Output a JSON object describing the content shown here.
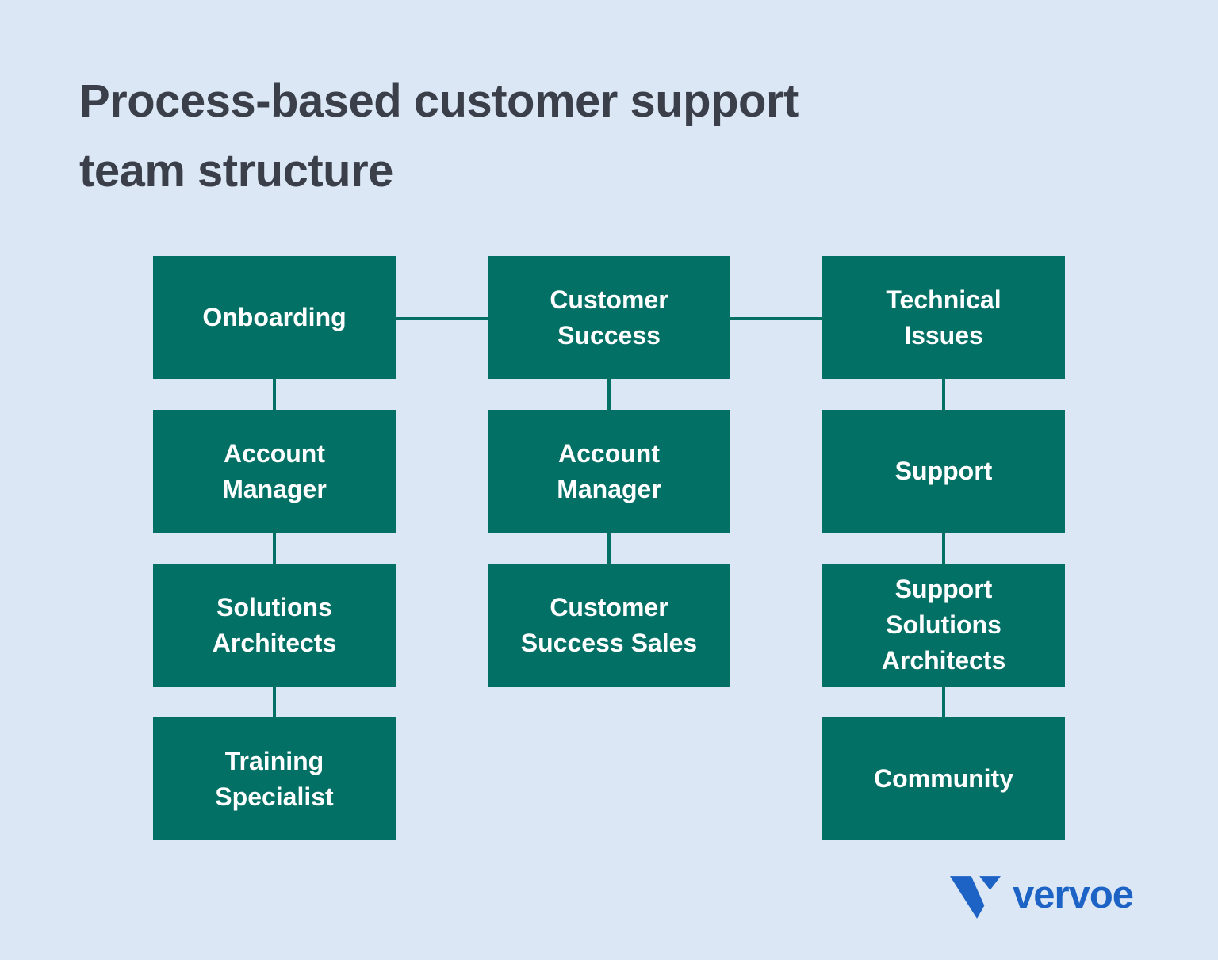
{
  "title": {
    "lines": [
      "Process-based customer support",
      "team structure"
    ],
    "full_text": "Process-based customer support team structure"
  },
  "colors": {
    "bg": "#dbe7f5",
    "box-bg": "#027065",
    "box-text": "#ffffff",
    "title-text": "#3a3f4a",
    "connector": "#027065",
    "logo-blue": "#1d63c6"
  },
  "columns": [
    {
      "id": "onboarding-branch",
      "boxes": [
        {
          "label": "Onboarding",
          "lines": [
            "Onboarding"
          ]
        },
        {
          "label": "Account Manager",
          "lines": [
            "Account",
            "Manager"
          ]
        },
        {
          "label": "Solutions Architects",
          "lines": [
            "Solutions",
            "Architects"
          ]
        },
        {
          "label": "Training Specialist",
          "lines": [
            "Training",
            "Specialist"
          ]
        }
      ]
    },
    {
      "id": "customer-success-branch",
      "boxes": [
        {
          "label": "Customer Success",
          "lines": [
            "Customer",
            "Success"
          ]
        },
        {
          "label": "Account Manager",
          "lines": [
            "Account",
            "Manager"
          ]
        },
        {
          "label": "Customer Success Sales",
          "lines": [
            "Customer",
            "Success Sales"
          ]
        }
      ]
    },
    {
      "id": "technical-issues-branch",
      "boxes": [
        {
          "label": "Technical Issues",
          "lines": [
            "Technical",
            "Issues"
          ]
        },
        {
          "label": "Support",
          "lines": [
            "Support"
          ]
        },
        {
          "label": "Support Solutions Architects",
          "lines": [
            "Support",
            "Solutions",
            "Architects"
          ]
        },
        {
          "label": "Community",
          "lines": [
            "Community"
          ]
        }
      ]
    }
  ],
  "logo": {
    "brand": "vervoe"
  }
}
